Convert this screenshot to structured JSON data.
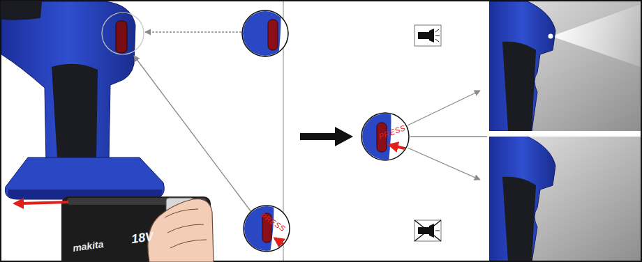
{
  "diagram": {
    "nodes": [
      {
        "text": [
          "PRESS"
        ]
      },
      {
        "text": [
          "PRESS"
        ]
      }
    ],
    "labels": [
      "makita",
      "18V"
    ]
  }
}
